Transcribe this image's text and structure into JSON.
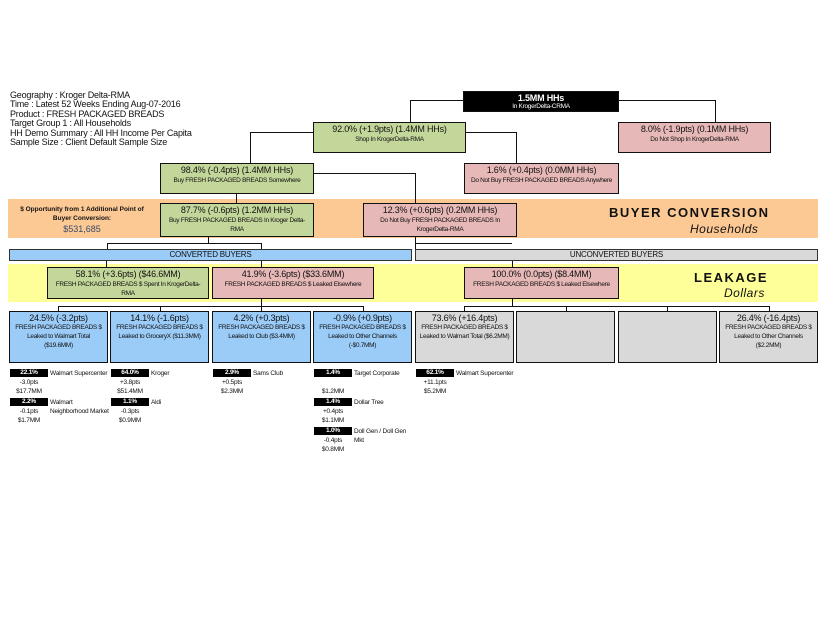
{
  "info": [
    "Geography : Kroger Delta-RMA",
    "Time : Latest 52 Weeks Ending Aug-07-2016",
    "Product : FRESH PACKAGED BREADS",
    "Target Group 1 : All Households",
    "HH Demo Summary : All HH Income Per Capita",
    "Sample Size : Client Default Sample Size"
  ],
  "root": {
    "h": "1.5MM HHs",
    "s": "In KrogerDelta-CRMA"
  },
  "shop": {
    "h": "92.0% (+1.9pts) (1.4MM HHs)",
    "s": "Shop In KrogerDelta-RMA"
  },
  "noshop": {
    "h": "8.0% (-1.9pts) (0.1MM HHs)",
    "s": "Do Not Shop In KrogerDelta-RMA"
  },
  "buy_somewhere": {
    "h": "98.4% (-0.4pts) (1.4MM HHs)",
    "s": "Buy FRESH PACKAGED BREADS Somewhere"
  },
  "nobuy_anywhere": {
    "h": "1.6% (+0.4pts) (0.0MM HHs)",
    "s": "Do Not Buy FRESH PACKAGED BREADS Anywhere"
  },
  "buy_kroger": {
    "h": "87.7% (-0.6pts) (1.2MM HHs)",
    "s": "Buy FRESH PACKAGED BREADS In Kroger Delta-RMA"
  },
  "nobuy_kroger": {
    "h": "12.3% (+0.6pts) (0.2MM HHs)",
    "s": "Do Not Buy FRESH PACKAGED BREADS In KrogerDelta-RMA"
  },
  "opportunity": {
    "label": "$ Opportunity from 1 Additional Point of Buyer Conversion:",
    "value": "$531,685"
  },
  "buyer_conversion": {
    "title": "BUYER CONVERSION",
    "subtitle": "Households"
  },
  "converted_label": "CONVERTED BUYERS",
  "unconverted_label": "UNCONVERTED BUYERS",
  "leakage": {
    "title": "LEAKAGE",
    "subtitle": "Dollars"
  },
  "spent_kroger": {
    "h": "58.1% (+3.6pts) ($46.6MM)",
    "s": "FRESH PACKAGED BREADS $ Spent In KrogerDelta-RMA"
  },
  "leaked_conv": {
    "h": "41.9% (-3.6pts) ($33.6MM)",
    "s": "FRESH PACKAGED BREADS $ Leaked Elsewhere"
  },
  "leaked_unconv": {
    "h": "100.0% (0.0pts) ($8.4MM)",
    "s": "FRESH PACKAGED BREADS $ Leaked Elsewhere"
  },
  "leaves": [
    {
      "h": "24.5% (-3.2pts)",
      "s": "FRESH PACKAGED BREADS $ Leaked to Walmart Total ($19.6MM)"
    },
    {
      "h": "14.1% (-1.6pts)",
      "s": "FRESH PACKAGED BREADS $ Leaked to GroceryX ($11.3MM)"
    },
    {
      "h": "4.2% (+0.3pts)",
      "s": "FRESH PACKAGED BREADS $ Leaked to Club ($3.4MM)"
    },
    {
      "h": "-0.9% (+0.9pts)",
      "s": "FRESH PACKAGED BREADS $ Leaked to Other Channels (-$0.7MM)"
    },
    {
      "h": "73.6% (+16.4pts)",
      "s": "FRESH PACKAGED BREADS $ Leaked to Walmart Total ($6.2MM)"
    },
    {
      "h": "",
      "s": ""
    },
    {
      "h": "",
      "s": ""
    },
    {
      "h": "26.4% (-16.4pts)",
      "s": "FRESH PACKAGED BREADS $ Leaked to Other Channels ($2.2MM)"
    }
  ],
  "details": [
    [
      {
        "pct": "22.1%",
        "pts": "-3.0pts",
        "amt": "$17.7MM",
        "name": "Walmart Supercenter"
      },
      {
        "pct": "2.2%",
        "pts": "-0.1pts",
        "amt": "$1.7MM",
        "name": "Walmart Neighborhood Market"
      }
    ],
    [
      {
        "pct": "64.0%",
        "pts": "+3.8pts",
        "amt": "$51.4MM",
        "name": "Kroger"
      },
      {
        "pct": "1.1%",
        "pts": "-0.3pts",
        "amt": "$0.9MM",
        "name": "Aldi"
      }
    ],
    [
      {
        "pct": "2.9%",
        "pts": "+0.5pts",
        "amt": "$2.3MM",
        "name": "Sams Club"
      }
    ],
    [
      {
        "pct": "1.4%",
        "pts": "",
        "amt": "$1.2MM",
        "name": "Target Corporate"
      },
      {
        "pct": "1.4%",
        "pts": "+0.4pts",
        "amt": "$1.1MM",
        "name": "Dollar Tree"
      },
      {
        "pct": "1.0%",
        "pts": "-0.4pts",
        "amt": "$0.8MM",
        "name": "Doll Gen / Doll Gen Mkt"
      }
    ],
    [
      {
        "pct": "62.1%",
        "pts": "+11.1pts",
        "amt": "$5.2MM",
        "name": "Walmart Supercenter"
      }
    ]
  ]
}
